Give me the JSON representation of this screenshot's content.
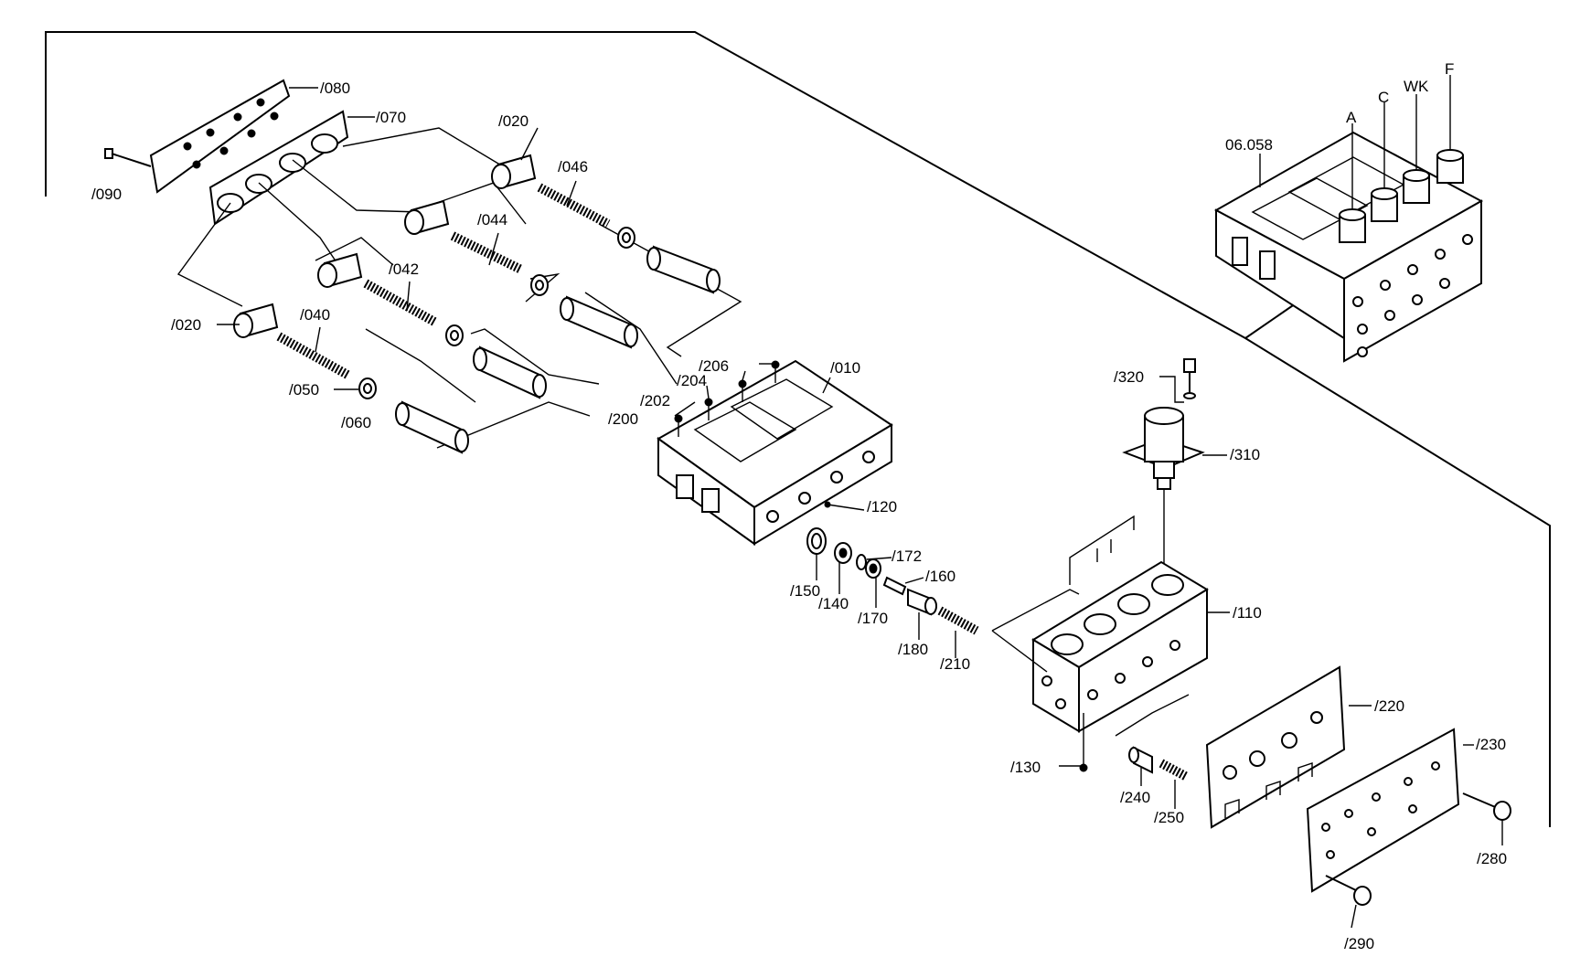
{
  "diagram": {
    "assembly_ref": "06.058",
    "solenoid_tags": [
      "A",
      "C",
      "WK",
      "F"
    ],
    "callouts": {
      "p010": "/010",
      "p020a": "/020",
      "p020b": "/020",
      "p040": "/040",
      "p042": "/042",
      "p044": "/044",
      "p046": "/046",
      "p050": "/050",
      "p060": "/060",
      "p070": "/070",
      "p080": "/080",
      "p090": "/090",
      "p110": "/110",
      "p120": "/120",
      "p130": "/130",
      "p140": "/140",
      "p150": "/150",
      "p160": "/160",
      "p170": "/170",
      "p172": "/172",
      "p180": "/180",
      "p200": "/200",
      "p202": "/202",
      "p204": "/204",
      "p206": "/206",
      "p210": "/210",
      "p220": "/220",
      "p230": "/230",
      "p240": "/240",
      "p250": "/250",
      "p280": "/280",
      "p290": "/290",
      "p310": "/310",
      "p320": "/320"
    }
  }
}
